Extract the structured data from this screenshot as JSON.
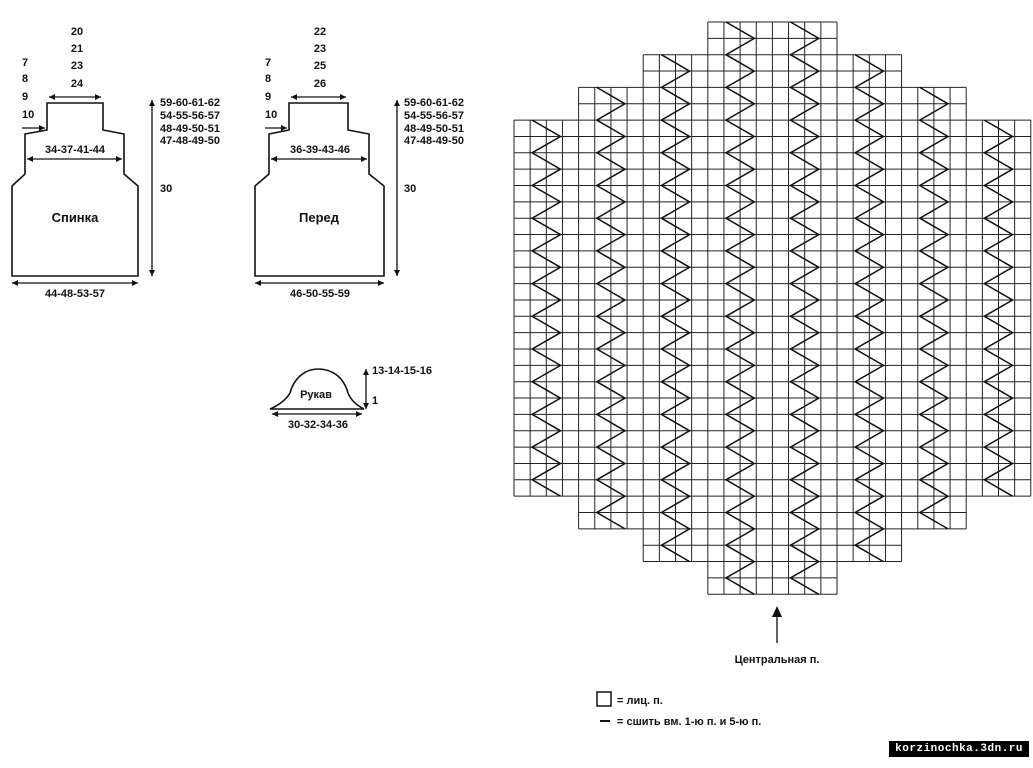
{
  "back": {
    "name": "Спинка",
    "neck_rows": [
      "20",
      "21",
      "23",
      "24"
    ],
    "shoulder_rows": [
      "7",
      "8",
      "9",
      "10"
    ],
    "heights": [
      "59-60-61-62",
      "54-55-56-57",
      "48-49-50-51",
      "47-48-49-50"
    ],
    "armhole_width": "34-37-41-44",
    "side_height": "30",
    "bottom_width": "44-48-53-57"
  },
  "front": {
    "name": "Перед",
    "neck_rows": [
      "22",
      "23",
      "25",
      "26"
    ],
    "shoulder_rows": [
      "7",
      "8",
      "9",
      "10"
    ],
    "heights": [
      "59-60-61-62",
      "54-55-56-57",
      "48-49-50-51",
      "47-48-49-50"
    ],
    "armhole_width": "36-39-43-46",
    "side_height": "30",
    "bottom_width": "46-50-55-59"
  },
  "sleeve": {
    "name": "Рукав",
    "height": "13-14-15-16",
    "edge": "1",
    "width": "30-32-34-36"
  },
  "chart": {
    "center_label": "Центральная п."
  },
  "legend": {
    "knit": "= лиц. п.",
    "sew": "= сшить вм. 1-ю п. и 5-ю п."
  },
  "watermark": "korzinochka.3dn.ru"
}
